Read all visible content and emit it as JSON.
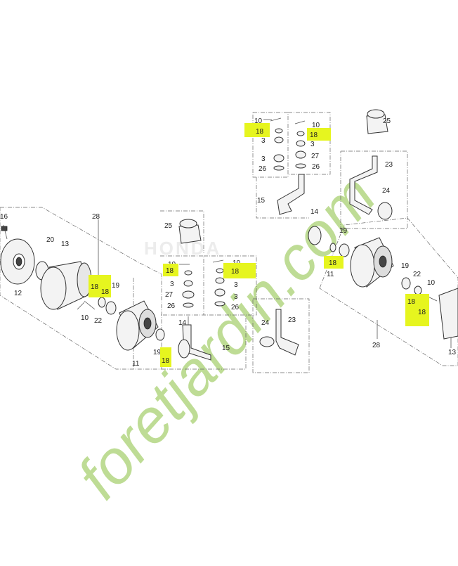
{
  "watermark": {
    "text": "foretjardin.com",
    "color_green": "#b8d98a",
    "color_orange": "#f3c48a",
    "color_gray": "#bdb3aa"
  },
  "brand": {
    "text": "HONDA"
  },
  "highlight_color": "#e6f51f",
  "callouts": [
    {
      "id": "c16",
      "text": "16"
    },
    {
      "id": "c20",
      "text": "20"
    },
    {
      "id": "c13",
      "text": "13"
    },
    {
      "id": "c12",
      "text": "12"
    },
    {
      "id": "c28a",
      "text": "28"
    },
    {
      "id": "c19a",
      "text": "19"
    },
    {
      "id": "c10a",
      "text": "10"
    },
    {
      "id": "c22a",
      "text": "22"
    },
    {
      "id": "c11a",
      "text": "11"
    },
    {
      "id": "c19b",
      "text": "19"
    },
    {
      "id": "c25a",
      "text": "25"
    },
    {
      "id": "c10b",
      "text": "10"
    },
    {
      "id": "c3a",
      "text": "3"
    },
    {
      "id": "c27a",
      "text": "27"
    },
    {
      "id": "c26a",
      "text": "26"
    },
    {
      "id": "c14a",
      "text": "14"
    },
    {
      "id": "c15a",
      "text": "15"
    },
    {
      "id": "c10c",
      "text": "10"
    },
    {
      "id": "c3b",
      "text": "3"
    },
    {
      "id": "c3c",
      "text": "3"
    },
    {
      "id": "c26b",
      "text": "26"
    },
    {
      "id": "c24a",
      "text": "24"
    },
    {
      "id": "c23a",
      "text": "23"
    },
    {
      "id": "c10d",
      "text": "10"
    },
    {
      "id": "c3d",
      "text": "3"
    },
    {
      "id": "c3e",
      "text": "3"
    },
    {
      "id": "c26c",
      "text": "26"
    },
    {
      "id": "c10e",
      "text": "10"
    },
    {
      "id": "c3f",
      "text": "3"
    },
    {
      "id": "c27b",
      "text": "27"
    },
    {
      "id": "c26d",
      "text": "26"
    },
    {
      "id": "c25b",
      "text": "25"
    },
    {
      "id": "c23b",
      "text": "23"
    },
    {
      "id": "c24b",
      "text": "24"
    },
    {
      "id": "c15b",
      "text": "15"
    },
    {
      "id": "c14b",
      "text": "14"
    },
    {
      "id": "c19c",
      "text": "19"
    },
    {
      "id": "c11b",
      "text": "11"
    },
    {
      "id": "c19d",
      "text": "19"
    },
    {
      "id": "c22b",
      "text": "22"
    },
    {
      "id": "c10f",
      "text": "10"
    },
    {
      "id": "c28b",
      "text": "28"
    },
    {
      "id": "c13b",
      "text": "13"
    }
  ],
  "highlighted": [
    {
      "id": "h1",
      "text": "18"
    },
    {
      "id": "h2",
      "text": "18"
    },
    {
      "id": "h3",
      "text": "18"
    },
    {
      "id": "h4",
      "text": "18"
    },
    {
      "id": "h5",
      "text": "18"
    },
    {
      "id": "h6",
      "text": "18"
    },
    {
      "id": "h7",
      "text": "18"
    },
    {
      "id": "h8",
      "text": "18"
    },
    {
      "id": "h9",
      "text": "18"
    },
    {
      "id": "h10",
      "text": "18"
    }
  ]
}
